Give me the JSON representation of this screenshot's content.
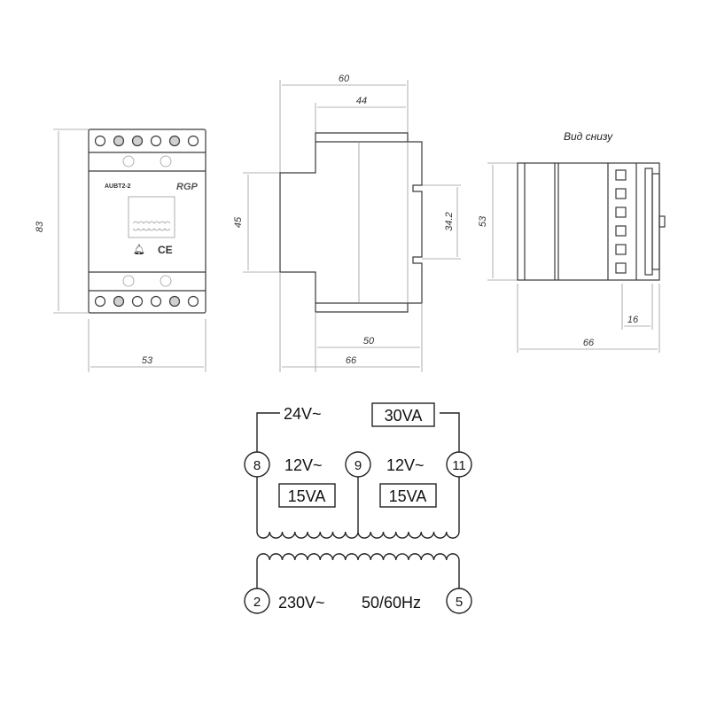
{
  "front_view": {
    "model": "AUBT2-2",
    "brand": "RGP",
    "ce_mark": "CE",
    "width_dim": "53",
    "height_dim": "83"
  },
  "side_view": {
    "total_width_dim": "60",
    "inner_width_dim": "44",
    "height_dim": "45",
    "rail_dim": "34.2",
    "base_width_dim": "50",
    "full_depth_dim": "66"
  },
  "bottom_view": {
    "title": "Вид снизу",
    "height_dim": "53",
    "offset_dim": "16",
    "depth_dim": "66"
  },
  "schematic": {
    "secondary": {
      "total_voltage": "24V~",
      "total_power": "30VA",
      "left_voltage": "12V~",
      "right_voltage": "12V~",
      "left_power": "15VA",
      "right_power": "15VA",
      "terminal_left": "8",
      "terminal_mid": "9",
      "terminal_right": "11"
    },
    "primary": {
      "voltage": "230V~",
      "frequency": "50/60Hz",
      "terminal_left": "2",
      "terminal_right": "5"
    }
  }
}
